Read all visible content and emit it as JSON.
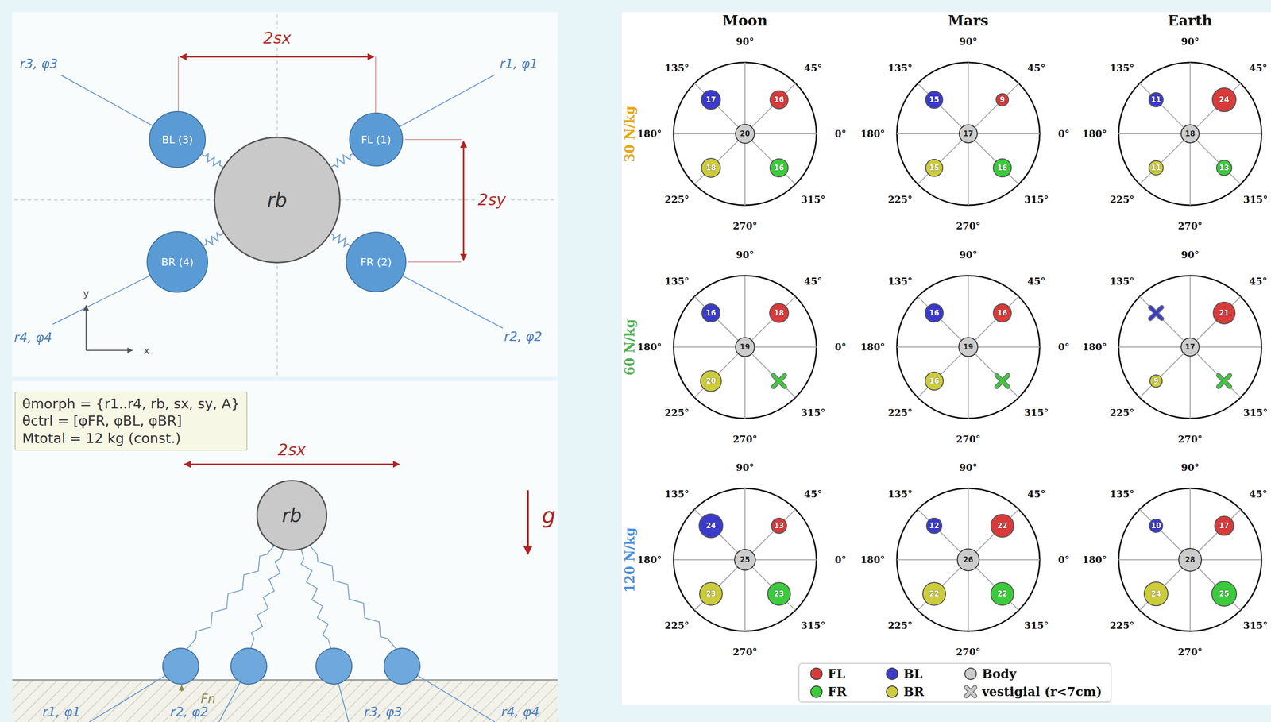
{
  "diagram": {
    "nodes": [
      {
        "text": [
          "BL (3)"
        ]
      },
      {
        "text": [
          "FL (1)"
        ]
      },
      {
        "text": [
          "rb"
        ]
      },
      {
        "text": [
          "BR (4)"
        ]
      },
      {
        "text": [
          "FR (2)"
        ]
      },
      {
        "text": [
          "θmorph = {r1..r4, rb, sx, sy, A}",
          "θctrl = [φFR, φBL, φBR]",
          "Mtotal = 12 kg (const.)"
        ]
      },
      {
        "text": [
          "rb"
        ]
      },
      {
        "text": [
          "17"
        ]
      },
      {
        "text": [
          "16"
        ]
      },
      {
        "text": [
          "20"
        ]
      },
      {
        "text": [
          "18"
        ]
      },
      {
        "text": [
          "16"
        ]
      },
      {
        "text": [
          "15"
        ]
      },
      {
        "text": [
          "9"
        ]
      },
      {
        "text": [
          "17"
        ]
      },
      {
        "text": [
          "15"
        ]
      },
      {
        "text": [
          "16"
        ]
      },
      {
        "text": [
          "11"
        ]
      },
      {
        "text": [
          "24"
        ]
      },
      {
        "text": [
          "18"
        ]
      },
      {
        "text": [
          "11"
        ]
      },
      {
        "text": [
          "13"
        ]
      },
      {
        "text": [
          "16"
        ]
      },
      {
        "text": [
          "18"
        ]
      },
      {
        "text": [
          "19"
        ]
      },
      {
        "text": [
          "20"
        ]
      },
      {
        "text": [
          "16"
        ]
      },
      {
        "text": [
          "16"
        ]
      },
      {
        "text": [
          "19"
        ]
      },
      {
        "text": [
          "16"
        ]
      },
      {
        "text": [
          "21"
        ]
      },
      {
        "text": [
          "17"
        ]
      },
      {
        "text": [
          "9"
        ]
      },
      {
        "text": [
          "24"
        ]
      },
      {
        "text": [
          "13"
        ]
      },
      {
        "text": [
          "25"
        ]
      },
      {
        "text": [
          "23"
        ]
      },
      {
        "text": [
          "23"
        ]
      },
      {
        "text": [
          "12"
        ]
      },
      {
        "text": [
          "22"
        ]
      },
      {
        "text": [
          "26"
        ]
      },
      {
        "text": [
          "22"
        ]
      },
      {
        "text": [
          "22"
        ]
      },
      {
        "text": [
          "10"
        ]
      },
      {
        "text": [
          "17"
        ]
      },
      {
        "text": [
          "28"
        ]
      },
      {
        "text": [
          "24"
        ]
      },
      {
        "text": [
          "25"
        ]
      }
    ],
    "edges": [
      {
        "from": 2,
        "to": 1,
        "arrow": "none"
      },
      {
        "from": 2,
        "to": 4,
        "arrow": "none"
      },
      {
        "from": 2,
        "to": 0,
        "arrow": "none"
      },
      {
        "from": 2,
        "to": 3,
        "arrow": "none"
      }
    ],
    "labels": [
      "2sx",
      "r3, φ3",
      "r1, φ1",
      "2sy",
      "y",
      "r4, φ4",
      "x",
      "r2, φ2",
      "2sx",
      "g",
      "Fn",
      "r1, φ1",
      "r2, φ2",
      "r3, φ3",
      "r4, φ4",
      "Moon",
      "Mars",
      "Earth",
      "30 N/kg",
      "60 N/kg",
      "120 N/kg",
      "90°",
      "135°",
      "45°",
      "180°",
      "0°",
      "225°",
      "315°",
      "270°",
      "90°",
      "135°",
      "45°",
      "180°",
      "0°",
      "225°",
      "315°",
      "270°",
      "90°",
      "135°",
      "45°",
      "180°",
      "225°",
      "315°",
      "270°",
      "90°",
      "135°",
      "45°",
      "180°",
      "0°",
      "225°",
      "315°",
      "270°",
      "90°",
      "135°",
      "45°",
      "180°",
      "0°",
      "225°",
      "315°",
      "270°",
      "90°",
      "135°",
      "45°",
      "180°",
      "225°",
      "315°",
      "270°",
      "90°",
      "135°",
      "45°",
      "180°",
      "0°",
      "225°",
      "315°",
      "270°",
      "90°",
      "135°",
      "45°",
      "180°",
      "0°",
      "225°",
      "315°",
      "270°",
      "90°",
      "135°",
      "45°",
      "180°",
      "225°",
      "315°",
      "270°"
    ],
    "legend": [
      {
        "text": "FL",
        "color": "#d93a3a"
      },
      {
        "text": "BL",
        "color": "#3a3acc"
      },
      {
        "text": "Body",
        "color": "#cccccc"
      },
      {
        "text": "FR",
        "color": "#3acc3a"
      },
      {
        "text": "BR",
        "color": "#cccc3a"
      },
      {
        "text": "vestigial (r<7cm)"
      }
    ]
  }
}
